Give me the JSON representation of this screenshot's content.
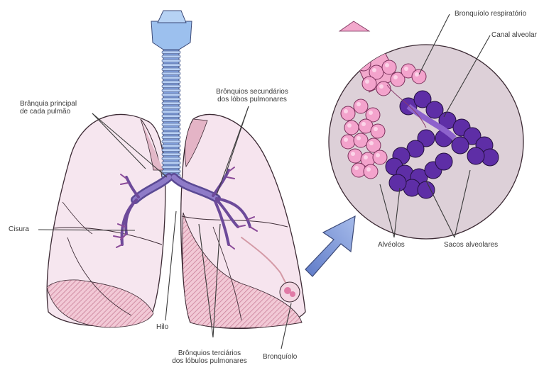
{
  "labels": {
    "bronquio_principal_l1": "Brânquia principal",
    "bronquio_principal_l2": "de cada pulmão",
    "bronquios_secundarios_l1": "Brônquios secundários",
    "bronquios_secundarios_l2": "dos lóbos pulmonares",
    "cisura": "Cisura",
    "hilo": "Hilo",
    "bronquios_terciarios_l1": "Brônquios terciários",
    "bronquios_terciarios_l2": "dos lóbulos pulmonares",
    "bronquiolo": "Bronquíolo",
    "bronquiolo_respiratorio": "Bronquíolo respiratório",
    "canal_alveolar": "Canal alveolar",
    "alveolos": "Alvéolos",
    "sacos_alveolares": "Sacos alveolares"
  },
  "colors": {
    "trachea": "#7fa0dc",
    "cartilage": "#a9c8f2",
    "lung_fill": "#f6e4ee",
    "lung_outline": "#3c2a34",
    "hatch": "#d89cb0",
    "bronchi": "#6d4a9a",
    "alveoli_pink": "#f08ec4",
    "alveoli_purple": "#5a2c9e",
    "circle_bg": "#ddd0d8",
    "arrow": "#7c97d8"
  }
}
